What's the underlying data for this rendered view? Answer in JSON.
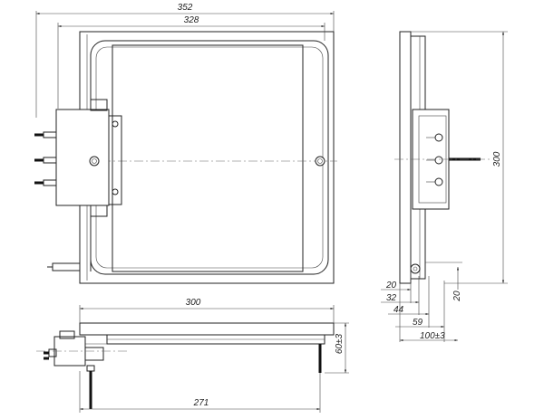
{
  "dimensions": {
    "overall_width": "352",
    "inner_width": "328",
    "side_height": "300",
    "side_offset_20": "20",
    "side_offset_32": "32",
    "side_offset_44": "44",
    "side_offset_59": "59",
    "side_depth": "100±3",
    "side_vertical_20": "20",
    "bottom_length": "300",
    "bottom_height": "60±3",
    "bottom_span": "271"
  }
}
